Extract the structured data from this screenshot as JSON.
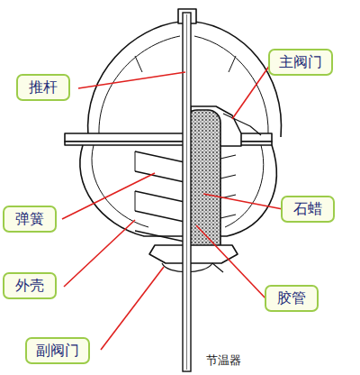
{
  "diagram": {
    "caption": "节温器",
    "nodes": [
      {
        "text": [
          "主阀门"
        ]
      },
      {
        "text": [
          "推杆"
        ]
      },
      {
        "text": [
          "石蜡"
        ]
      },
      {
        "text": [
          "弹簧"
        ]
      },
      {
        "text": [
          "外壳"
        ]
      },
      {
        "text": [
          "胶管"
        ]
      },
      {
        "text": [
          "副阀门"
        ]
      }
    ]
  }
}
